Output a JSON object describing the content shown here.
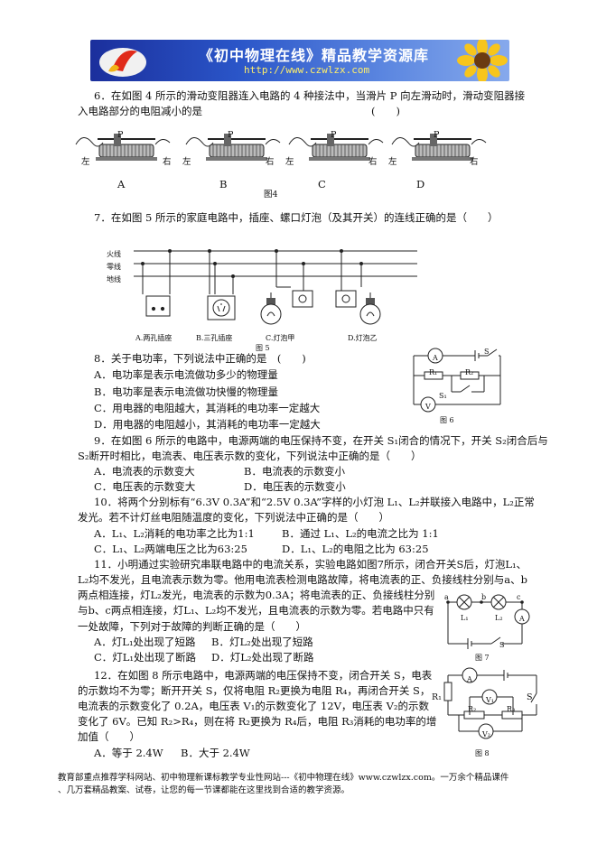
{
  "header": {
    "title": "《初中物理在线》精品教学资源库",
    "url": "http://www.czwlzx.com"
  },
  "q6": {
    "line1": "6．在如图 4 所示的滑动变阻器连入电路的 4 种接法中，当滑片 P 向左滑动时，滑动变阻器接",
    "line2": "入电路部分的电阻减小的是",
    "bracket": "(　　)",
    "option_letters": [
      "A",
      "B",
      "C",
      "D"
    ],
    "left_label": "左",
    "right_label": "右",
    "p_label": "P",
    "figure": "图4"
  },
  "q7": {
    "text": "7．在如图 5 所示的家庭电路中，插座、螺口灯泡（及其开关）的连线正确的是（　　）",
    "wires": [
      "火线",
      "零线",
      "地线"
    ],
    "captions": [
      "A.两孔插座",
      "B.三孔插座",
      "C.灯泡甲",
      "D.灯泡乙"
    ],
    "figure": "图 5"
  },
  "q8": {
    "stem": "8．关于电功率，下列说法中正确的是　(　　)",
    "options": [
      "A．电功率是表示电流做功多少的物理量",
      "B．电功率是表示电流做功快慢的物理量",
      "C．用电器的电阻越大，其消耗的电功率一定越大",
      "D．用电器的电阻越小，其消耗的电功率一定越大"
    ]
  },
  "fig6": {
    "A": "A",
    "V": "V",
    "R1": "R₁",
    "R2": "R₂",
    "S1": "S₁",
    "S": "S",
    "caption": "图 6"
  },
  "q9": {
    "line1": "9．在如图 6 所示的电路中，电源两端的电压保持不变，在开关 S₁闭合的情况下，开关 S₂闭合后与",
    "line2": "S₂断开时相比，电流表、电压表示数的变化，下列说法中正确的是（　　）",
    "options": [
      "A．电流表的示数变大",
      "B．电流表的示数变小",
      "C．电压表的示数变大",
      "D．电压表的示数变小"
    ]
  },
  "q10": {
    "line1": "10．将两个分别标有“6.3V 0.3A”和“2.5V 0.3A”字样的小灯泡 L₁、L₂并联接入电路中，L₂正常",
    "line2": "发光。若不计灯丝电阻随温度的变化，下列说法中正确的是（　　）",
    "options": [
      "A．L₁、L₂消耗的电功率之比为1:1",
      "B．通过 L₁、L₂的电流之比为 1:1",
      "C．L₁、L₂两端电压之比为63:25",
      "D．L₁、L₂的电阻之比为 63:25"
    ]
  },
  "q11": {
    "lines": [
      "11．小明通过实验研究串联电路中的电流关系，实验电路如图7所示，闭合开关S后，灯泡L₁、",
      "L₂均不发光，且电流表示数为零。他用电流表检测电路故障，将电流表的正、负接线柱分别与a、b",
      "两点相连接，灯L₂发光，电流表的示数为0.3A；将电流表的正、负接线柱分别",
      "与b、c两点相连接，灯L₁、L₂均不发光，且电流表的示数为零。若电路中只有",
      "一处故障，下列对于故障的判断正确的是（　　）"
    ],
    "options": [
      "A．灯L₁处出现了短路",
      "B．灯L₂处出现了短路",
      "C．灯L₁处出现了断路",
      "D．灯L₂处出现了断路"
    ]
  },
  "fig7": {
    "a": "a",
    "b": "b",
    "c": "c",
    "L1": "L₁",
    "L2": "L₂",
    "A": "A",
    "S": "S",
    "caption": "图 7"
  },
  "q12": {
    "lines": [
      "12．在如图 8 所示电路中，电源两端的电压保持不变，闭合开关 S，电表",
      "的示数均不为零；断开开关 S，仅将电阻 R₂更换为电阻 R₄，再闭合开关 S，",
      "电流表的示数变化了 0.2A，电压表 V₁的示数变化了 12V，电压表 V₂的示数",
      "变化了 6V。已知 R₂>R₄，则在将 R₂更换为 R₄后，电阻 R₃消耗的电功率的增",
      "加值（　　）"
    ],
    "options": [
      "A．等于 2.4W",
      "B．大于 2.4W"
    ]
  },
  "fig8": {
    "A": "A",
    "V1": "V₁",
    "V2": "V₂",
    "R1": "R₁",
    "R2": "R₂",
    "R3": "R₃",
    "S": "S",
    "caption": "图 8"
  },
  "footer": {
    "line1": "教育部重点推荐学科网站、初中物理新课标教学专业性网站---《初中物理在线》www.czwlzx.com。一万余个精品课件",
    "line2": "、几万套精品教案、试卷，让您的每一节课都能在这里找到合适的教学资源。"
  }
}
